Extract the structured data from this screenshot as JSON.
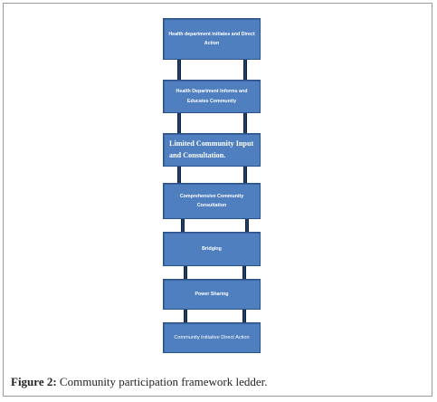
{
  "diagram": {
    "steps": [
      {
        "id": "step-1",
        "label": "Health department initiates and Direct Action"
      },
      {
        "id": "step-2",
        "label": "Health Department Informs and Educates Community"
      },
      {
        "id": "step-3",
        "label": "Limited Community Input and Consultation."
      },
      {
        "id": "step-4",
        "label": "Comprehensive Community Consultation"
      },
      {
        "id": "step-5",
        "label": "Bridging"
      },
      {
        "id": "step-6",
        "label": "Power Sharing"
      },
      {
        "id": "step-7",
        "label": "Community Initiative Direct Action"
      }
    ],
    "colors": {
      "box_fill": "#4f7fbf",
      "box_border": "#2a528c",
      "rail": "#1f3f66",
      "text": "#ffffff"
    }
  },
  "caption": {
    "label": "Figure 2:",
    "text": " Community participation framework ledder."
  }
}
